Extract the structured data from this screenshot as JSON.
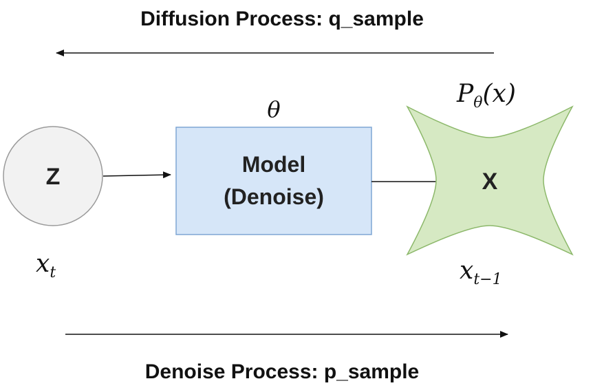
{
  "headings": {
    "diffusion": "Diffusion Process: q_sample",
    "denoise": "Denoise Process: p_sample"
  },
  "nodes": {
    "latent": {
      "label": "Z",
      "var_main": "x",
      "var_sub": "t",
      "fill": "#f2f2f2",
      "stroke": "#9a9a9a"
    },
    "model": {
      "line1": "Model",
      "line2": "(Denoise)",
      "param": "θ",
      "fill": "#d6e6f8",
      "stroke": "#7ea6d4"
    },
    "output": {
      "label": "X",
      "dist_main": "P",
      "dist_sub": "θ",
      "dist_arg": "(x)",
      "var_main": "x",
      "var_sub": "t−1",
      "fill": "#d6e9c3",
      "stroke": "#8cb86a"
    }
  },
  "colors": {
    "arrow": "#111111"
  }
}
